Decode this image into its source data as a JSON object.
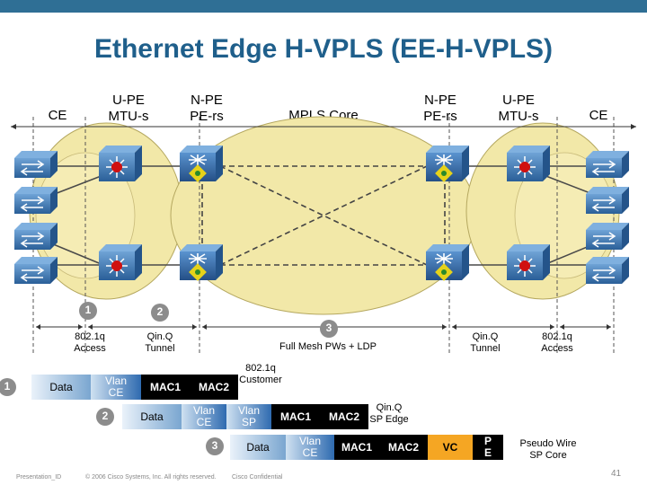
{
  "slide": {
    "title": "Ethernet Edge H-VPLS (EE-H-VPLS)",
    "page_number": "41"
  },
  "headers": {
    "ce_left": "CE",
    "upe_left": "U-PE\nMTU-s",
    "npe_left": "N-PE\nPE-rs",
    "mpls_core": "MPLS Core",
    "npe_right": "N-PE\nPE-rs",
    "upe_right": "U-PE\nMTU-s",
    "ce_right": "CE"
  },
  "markers": {
    "m1": "1",
    "m2": "2",
    "m3": "3"
  },
  "segments": {
    "access_left": "802.1q\nAccess",
    "tunnel_left": "Qin.Q\nTunnel",
    "core": "Full Mesh PWs + LDP",
    "tunnel_right": "Qin.Q\nTunnel",
    "access_right": "802.1q\nAccess"
  },
  "packets": {
    "row1_marker": "1",
    "row1_data": "Data",
    "row1_vlan": "Vlan\nCE",
    "row1_mac1": "MAC1",
    "row1_mac2": "MAC2",
    "row1_note": "802.1q\nCustomer",
    "row2_marker": "2",
    "row2_data": "Data",
    "row2_vlan_ce": "Vlan\nCE",
    "row2_vlan_sp": "Vlan\nSP",
    "row2_mac1": "MAC1",
    "row2_mac2": "MAC2",
    "row2_note": "Qin.Q\nSP Edge",
    "row3_marker": "3",
    "row3_data": "Data",
    "row3_vlan": "Vlan\nCE",
    "row3_mac1": "MAC1",
    "row3_mac2": "MAC2",
    "row3_vc": "VC",
    "row3_p": "P\nE",
    "row3_note": "Pseudo Wire\nSP Core"
  },
  "footer": {
    "presentation_id": "Presentation_ID",
    "copyright": "© 2006 Cisco Systems, Inc. All rights reserved.",
    "confidential": "Cisco Confidential"
  },
  "colors": {
    "title": "#1f5f8b",
    "top_bar": "#2f6f95",
    "cloud": "#f2e8a8",
    "switch_blue": "#3f7fbf",
    "router_red": "#d01010",
    "vc_orange": "#f5a623"
  }
}
